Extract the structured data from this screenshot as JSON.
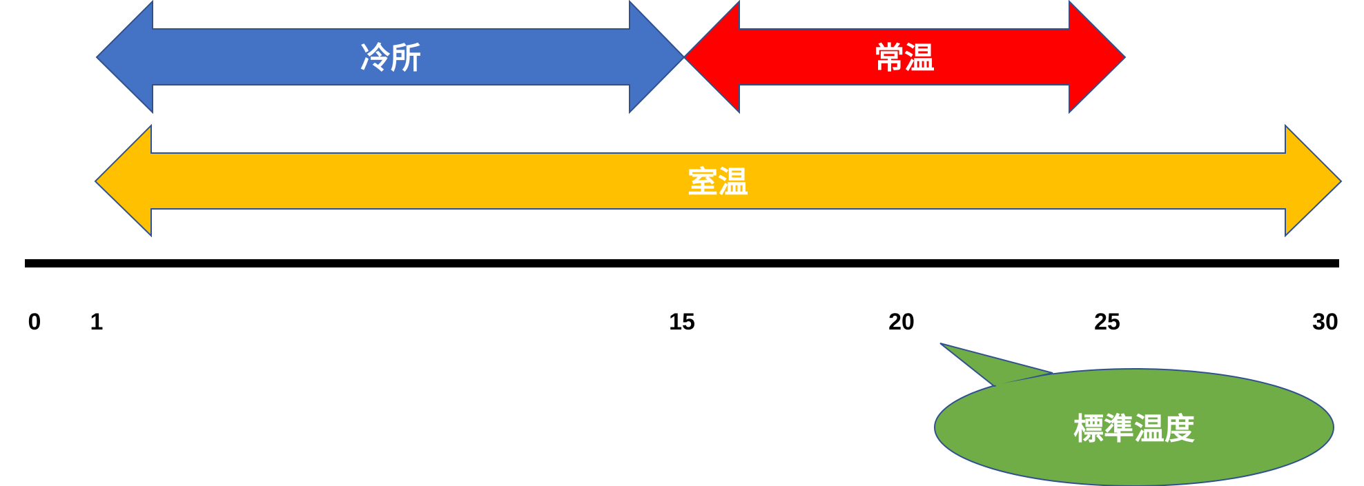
{
  "arrows": [
    {
      "label": "冷所",
      "color": "#4472C4",
      "range": [
        1,
        15
      ]
    },
    {
      "label": "常温",
      "color": "#FF0000",
      "range": [
        15,
        25
      ]
    },
    {
      "label": "室温",
      "color": "#FFC000",
      "range": [
        1,
        30
      ]
    }
  ],
  "axis": {
    "ticks": [
      "0",
      "1",
      "15",
      "20",
      "25",
      "30"
    ]
  },
  "callout": {
    "label": "標準温度",
    "color": "#70AD47",
    "points_to": 20
  }
}
